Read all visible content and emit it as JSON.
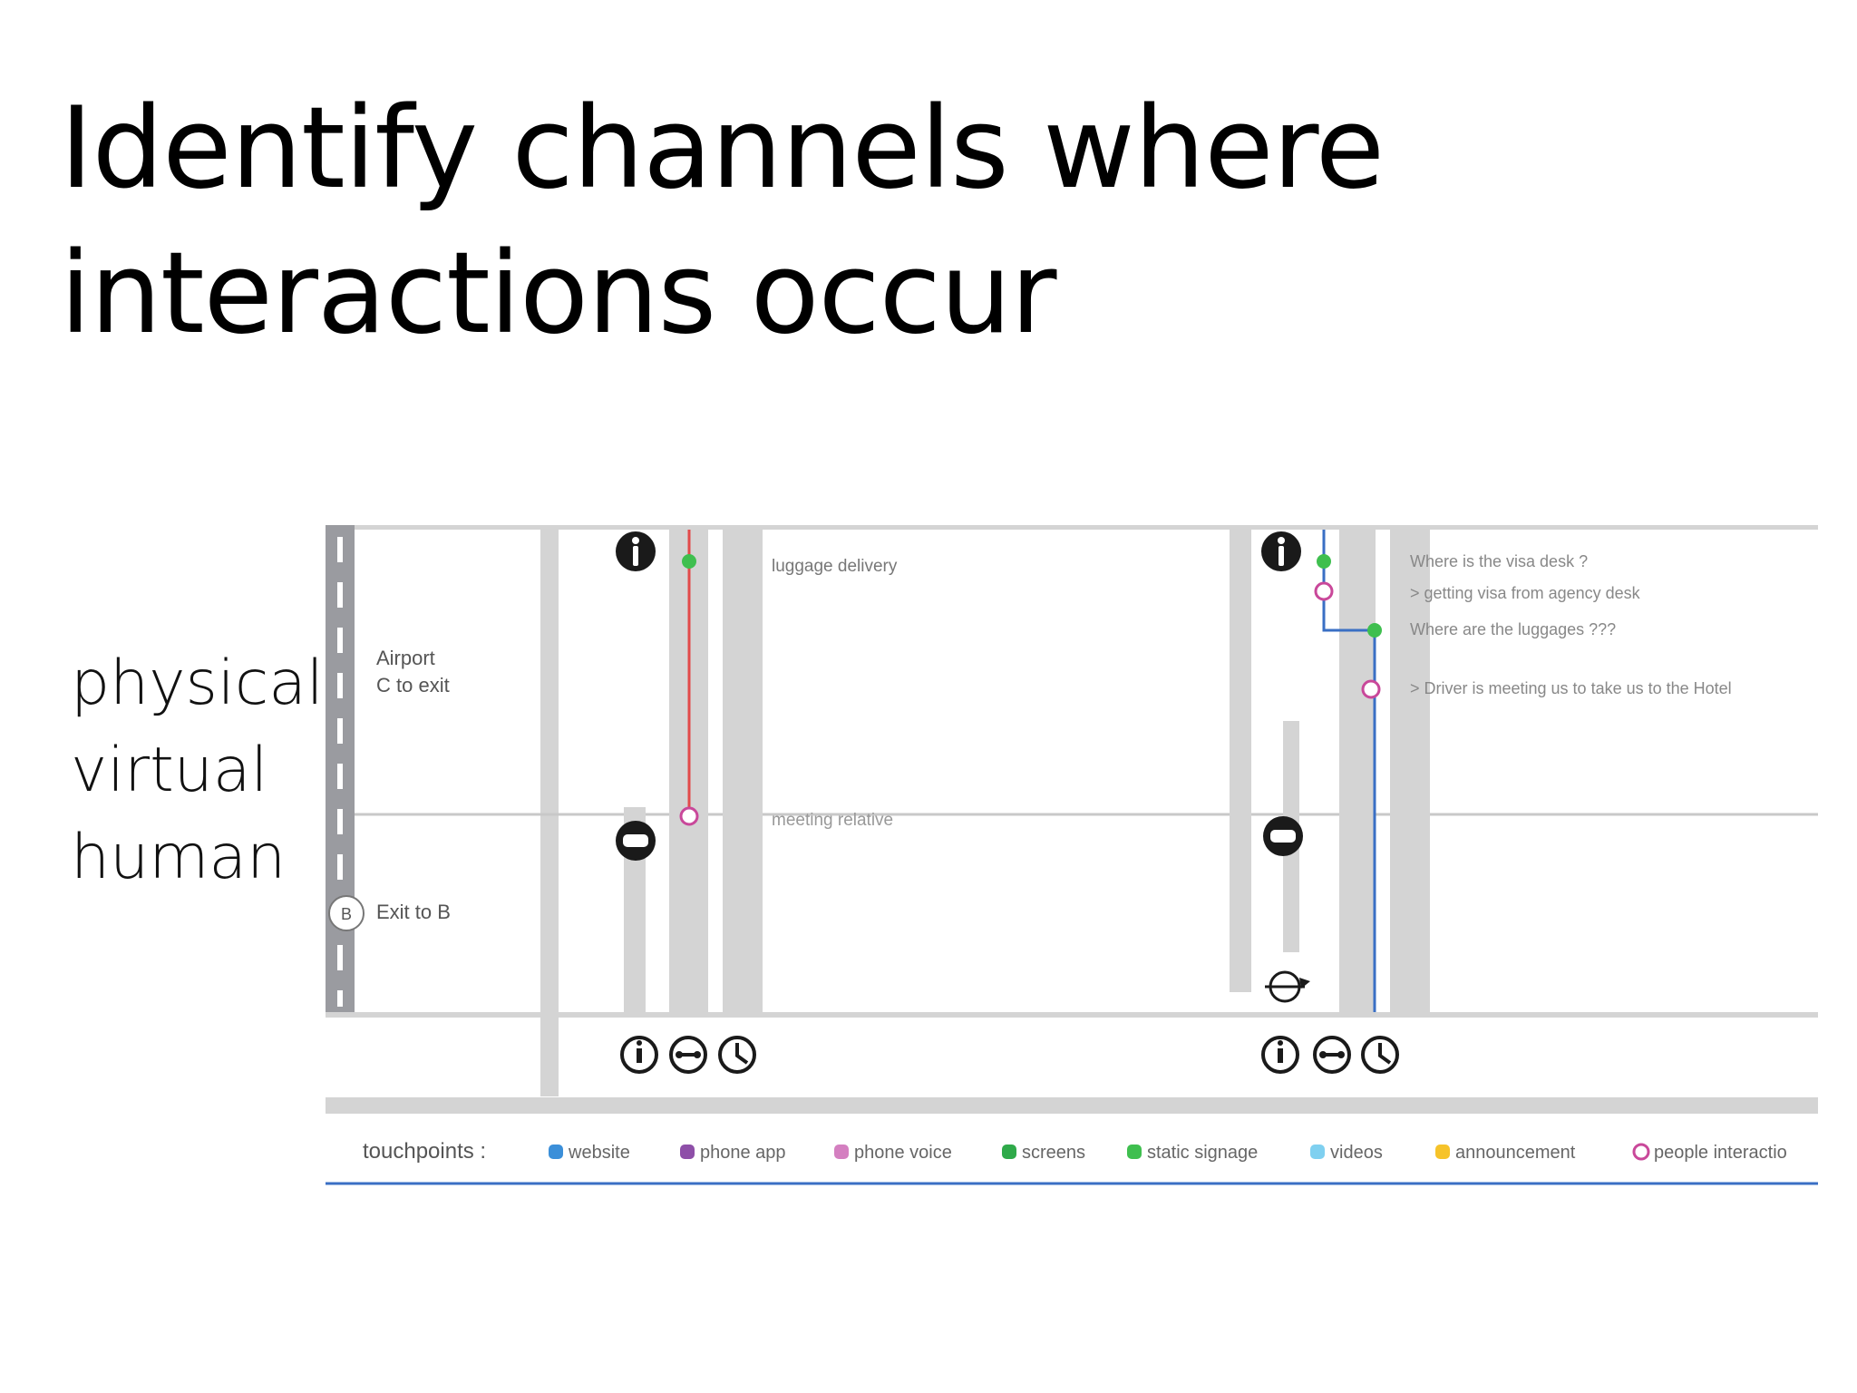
{
  "slide": {
    "title_lines": [
      "Identify channels where",
      "interactions occur"
    ],
    "channels": [
      "physical",
      "virtual",
      "human"
    ]
  },
  "blueprint": {
    "locations": [
      "Airport",
      "C to exit",
      "Exit to B"
    ],
    "exit_badge": "B",
    "left_notes": [
      "luggage delivery",
      "meeting relative"
    ],
    "right_notes": [
      "Where is the visa desk ?",
      "> getting visa from agency desk",
      "Where are the luggages ???",
      "> Driver is meeting us to take us to the Hotel"
    ],
    "icon_groups": [
      [
        "info-icon",
        "link-icon",
        "clock-icon"
      ],
      [
        "info-icon",
        "link-icon",
        "clock-icon"
      ]
    ],
    "legend": {
      "label": "touchpoints :",
      "items": [
        {
          "label": "website",
          "color": "#3b8fd9",
          "marker": "square"
        },
        {
          "label": "phone app",
          "color": "#8e4fa8",
          "marker": "square"
        },
        {
          "label": "phone voice",
          "color": "#d47fc0",
          "marker": "square"
        },
        {
          "label": "screens",
          "color": "#2faa4a",
          "marker": "square"
        },
        {
          "label": "static signage",
          "color": "#3fbf4f",
          "marker": "square"
        },
        {
          "label": "videos",
          "color": "#7fd0f0",
          "marker": "square"
        },
        {
          "label": "announcement",
          "color": "#f6c32a",
          "marker": "square"
        },
        {
          "label": "people interactio",
          "color": "#c9489a",
          "marker": "ring"
        }
      ]
    },
    "journey_colors": {
      "left": "#e24a4a",
      "right": "#3a6fc4"
    }
  }
}
